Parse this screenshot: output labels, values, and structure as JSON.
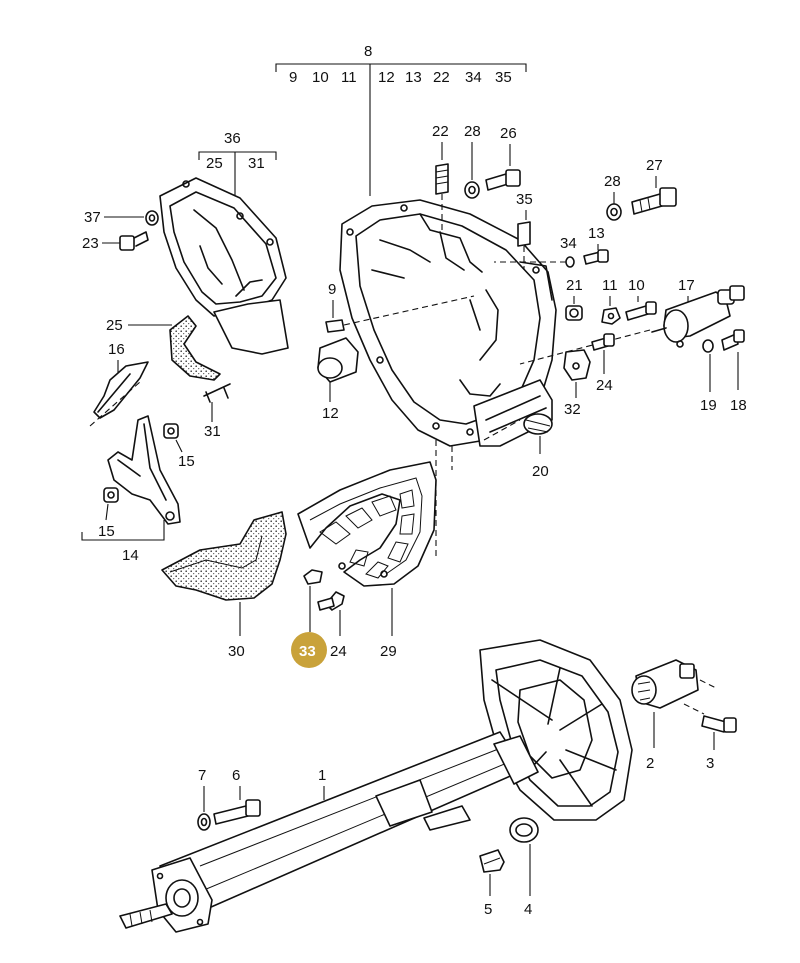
{
  "colors": {
    "line": "#111111",
    "highlight": "#c9a23a",
    "background": "#ffffff"
  },
  "highlight": {
    "label": "33"
  },
  "group_8": {
    "label": "8",
    "members": [
      "9",
      "10",
      "11",
      "12",
      "13",
      "22",
      "34",
      "35"
    ]
  },
  "group_36": {
    "label": "36",
    "members": [
      "25",
      "31"
    ]
  },
  "group_14": {
    "label": "14"
  },
  "callouts": {
    "c1": "1",
    "c2": "2",
    "c3": "3",
    "c4": "4",
    "c5": "5",
    "c6": "6",
    "c7": "7",
    "c9": "9",
    "c10": "10",
    "c11": "11",
    "c12": "12",
    "c13": "13",
    "c15a": "15",
    "c15b": "15",
    "c16": "16",
    "c17": "17",
    "c18": "18",
    "c19": "19",
    "c20": "20",
    "c21": "21",
    "c22": "22",
    "c23": "23",
    "c24a": "24",
    "c24b": "24",
    "c25": "25",
    "c26": "26",
    "c27": "27",
    "c28a": "28",
    "c28b": "28",
    "c29": "29",
    "c30": "30",
    "c31": "31",
    "c32": "32",
    "c34": "34",
    "c35": "35",
    "c37": "37"
  }
}
